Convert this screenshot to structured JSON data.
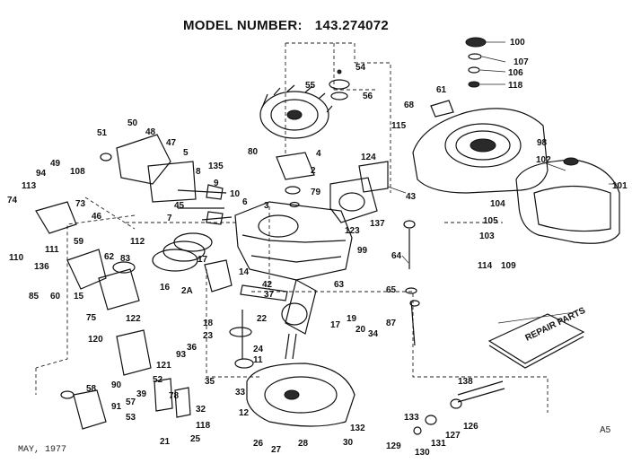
{
  "header": {
    "model_label": "MODEL NUMBER:",
    "model_number": "143.274072"
  },
  "footer": {
    "date": "MAY, 1977",
    "page_code": "A5"
  },
  "booklet_text": "REPAIR PARTS",
  "callouts": [
    "100",
    "107",
    "106",
    "118",
    "54",
    "55",
    "56",
    "61",
    "68",
    "115",
    "98",
    "102",
    "101",
    "50",
    "48",
    "47",
    "51",
    "49",
    "108",
    "94",
    "113",
    "74",
    "73",
    "46",
    "5",
    "8",
    "9",
    "10",
    "6",
    "7",
    "45",
    "80",
    "135",
    "4",
    "79",
    "3",
    "2",
    "123",
    "124",
    "43",
    "137",
    "99",
    "104",
    "105",
    "103",
    "114",
    "109",
    "59",
    "112",
    "110",
    "111",
    "136",
    "83",
    "62",
    "85",
    "60",
    "15",
    "16",
    "17",
    "14",
    "2A",
    "42",
    "37",
    "63",
    "64",
    "65",
    "87",
    "75",
    "122",
    "120",
    "39",
    "36",
    "93",
    "121",
    "90",
    "58",
    "91",
    "53",
    "52",
    "78",
    "57",
    "21",
    "18",
    "22",
    "23",
    "24",
    "11",
    "17",
    "19",
    "20",
    "34",
    "35",
    "33",
    "32",
    "118",
    "25",
    "12",
    "26",
    "27",
    "28",
    "30",
    "132",
    "133",
    "129",
    "130",
    "131",
    "127",
    "126",
    "138"
  ]
}
